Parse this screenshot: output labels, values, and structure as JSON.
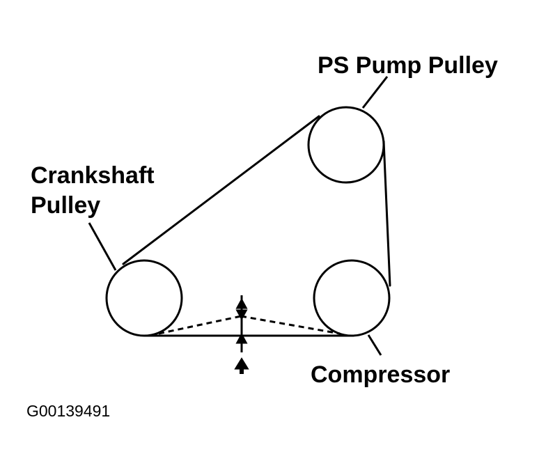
{
  "labels": {
    "ps_pump_pulley": "PS Pump Pulley",
    "crankshaft_pulley_line1": "Crankshaft",
    "crankshaft_pulley_line2": "Pulley",
    "compressor": "Compressor"
  },
  "figure_code": "G00139491",
  "colors": {
    "ink": "#000000",
    "background": "#ffffff"
  }
}
